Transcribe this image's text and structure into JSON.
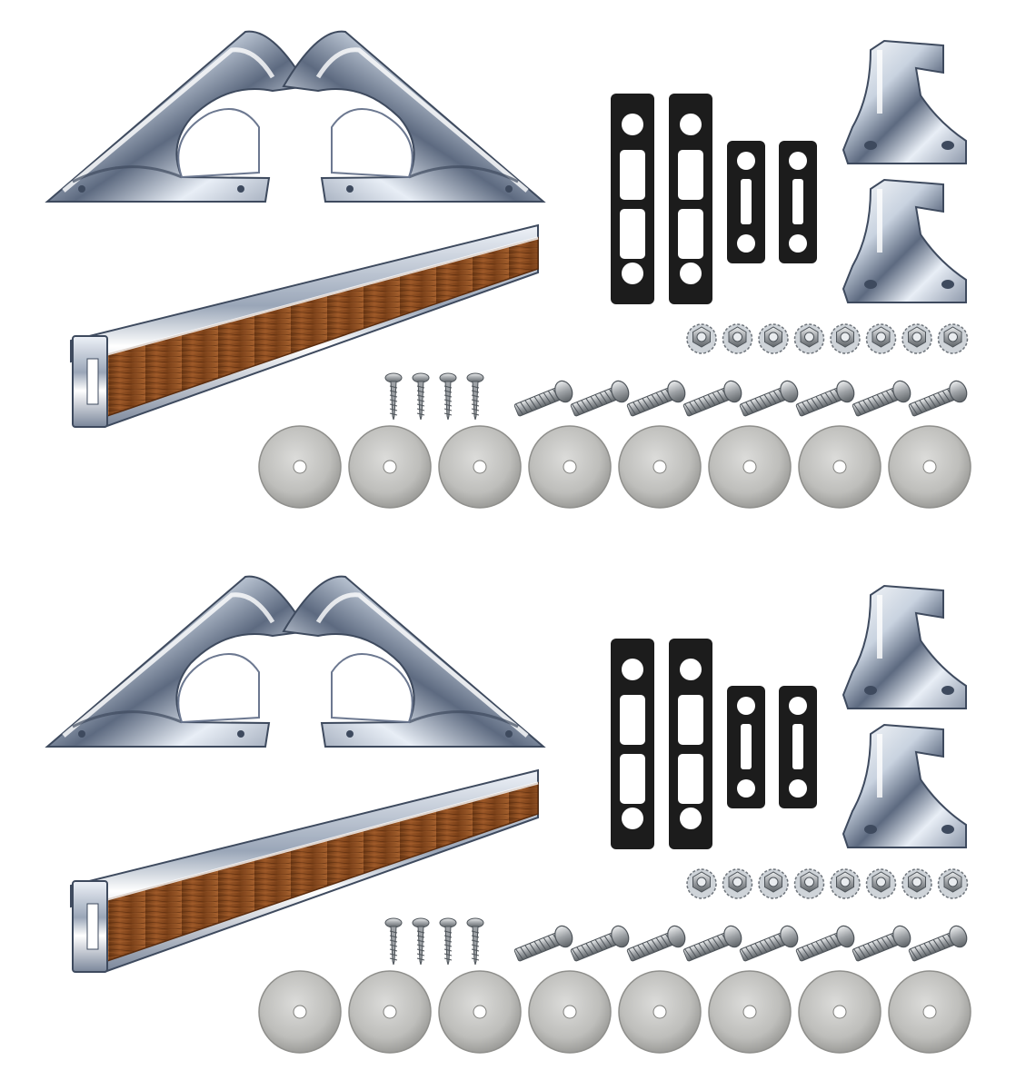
{
  "image": {
    "kit_sets": [
      {
        "parts": {
          "chrome_corner_brackets": 2,
          "woodgrain_rail": 1,
          "gasket_tall": 2,
          "gasket_short": 2,
          "chrome_mount_blocks": 2,
          "kep_nuts": 8,
          "wood_screws": 4,
          "machine_bolts": 8,
          "washers": 8
        }
      },
      {
        "parts": {
          "chrome_corner_brackets": 2,
          "woodgrain_rail": 1,
          "gasket_tall": 2,
          "gasket_short": 2,
          "chrome_mount_blocks": 2,
          "kep_nuts": 8,
          "wood_screws": 4,
          "machine_bolts": 8,
          "washers": 8
        }
      }
    ],
    "colors": {
      "background": "#ffffff",
      "chrome_light": "#f4f7fb",
      "chrome_mid": "#aeb8c7",
      "chrome_dark": "#3e4a5e",
      "woodgrain": "#8a4a1e",
      "woodgrain_dark": "#5a2c0e",
      "gasket": "#1c1c1c",
      "steel": "#b9bcc0",
      "washer": "#c8c8c6"
    }
  }
}
